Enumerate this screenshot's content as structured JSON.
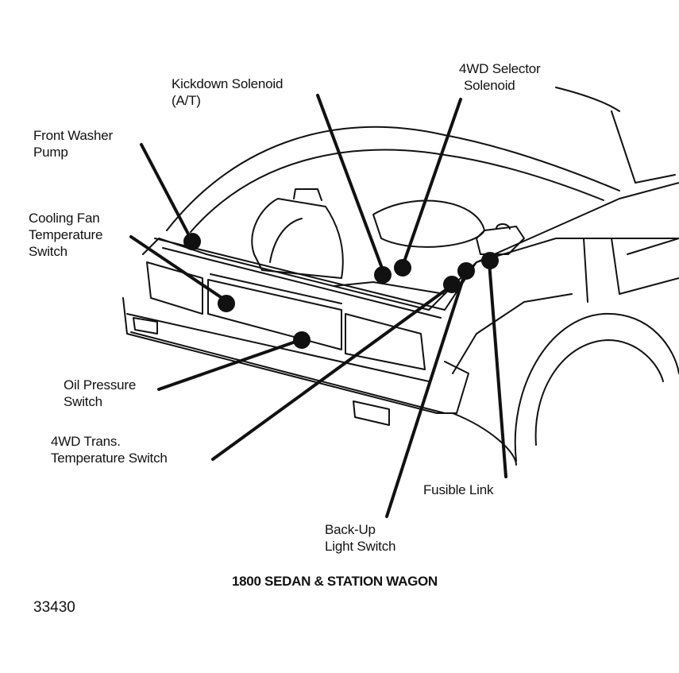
{
  "callouts": {
    "kickdown_solenoid": {
      "line1": "Kickdown Solenoid",
      "line2": "(A/T)"
    },
    "selector_solenoid": {
      "line1": "4WD Selector",
      "line2": "Solenoid"
    },
    "front_washer_pump": {
      "line1": "Front Washer",
      "line2": "Pump"
    },
    "cooling_fan_switch": {
      "line1": "Cooling Fan",
      "line2": "Temperature",
      "line3": "Switch"
    },
    "oil_pressure_switch": {
      "line1": "Oil Pressure",
      "line2": "Switch"
    },
    "trans_temp_switch": {
      "line1": "4WD Trans.",
      "line2": "Temperature Switch"
    },
    "fusible_link": {
      "line1": "Fusible Link"
    },
    "backup_light_switch": {
      "line1": "Back-Up",
      "line2": "Light Switch"
    }
  },
  "caption": "1800 SEDAN & STATION WAGON",
  "figure_number": "33430",
  "colors": {
    "ink": "#111111",
    "paper": "#ffffff"
  }
}
